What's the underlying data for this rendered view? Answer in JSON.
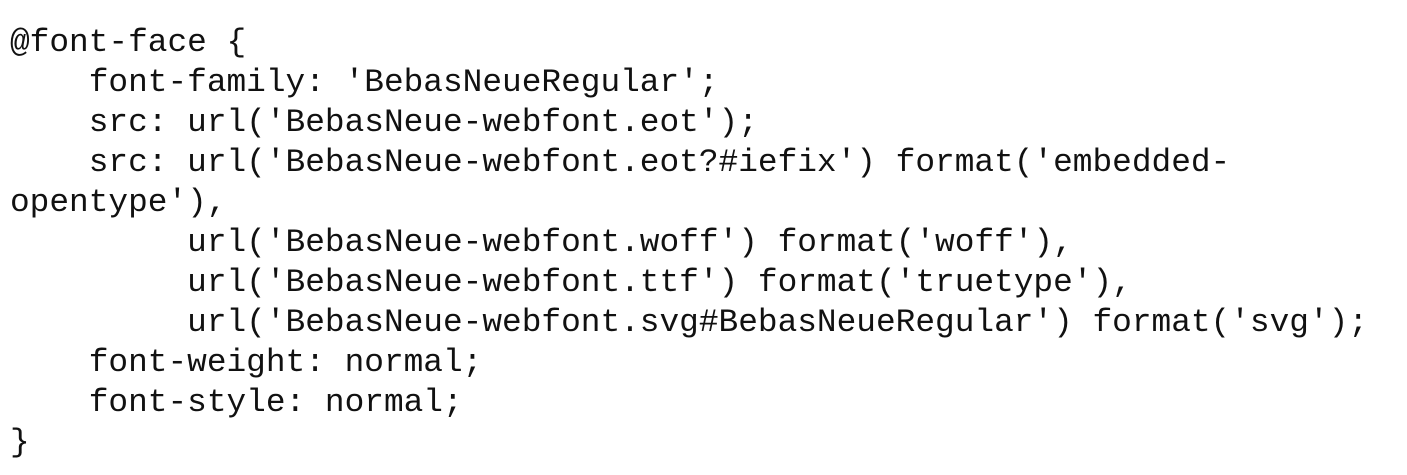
{
  "code": {
    "lines": [
      "@font-face {",
      "    font-family: 'BebasNeueRegular';",
      "    src: url('BebasNeue-webfont.eot');",
      "    src: url('BebasNeue-webfont.eot?#iefix') format('embedded-",
      "opentype'),",
      "         url('BebasNeue-webfont.woff') format('woff'),",
      "         url('BebasNeue-webfont.ttf') format('truetype'),",
      "         url('BebasNeue-webfont.svg#BebasNeueRegular') format('svg');",
      "    font-weight: normal;",
      "    font-style: normal;",
      "}"
    ]
  }
}
